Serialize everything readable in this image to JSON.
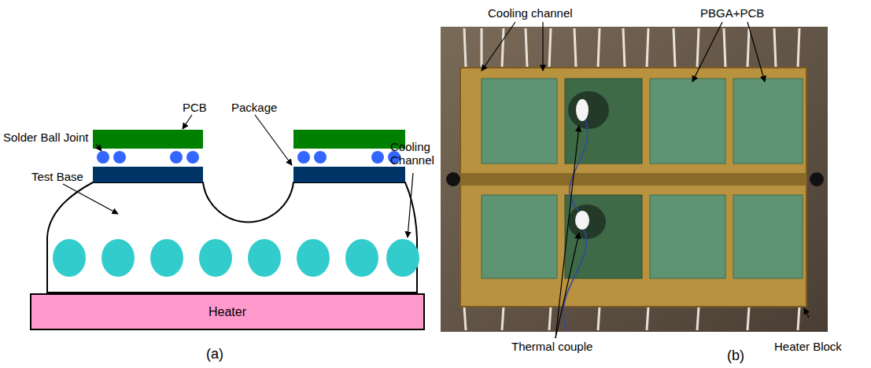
{
  "diagram": {
    "nodes": [
      {
        "text": [
          "Heater"
        ]
      }
    ],
    "labels": [
      "PCB",
      "Solder Ball Joint",
      "Package",
      "Cooling Channel",
      "Test Base",
      "(a)",
      "Cooling channel",
      "PBGA+PCB",
      "Thermal couple",
      "Heater Block",
      "(b)"
    ]
  }
}
